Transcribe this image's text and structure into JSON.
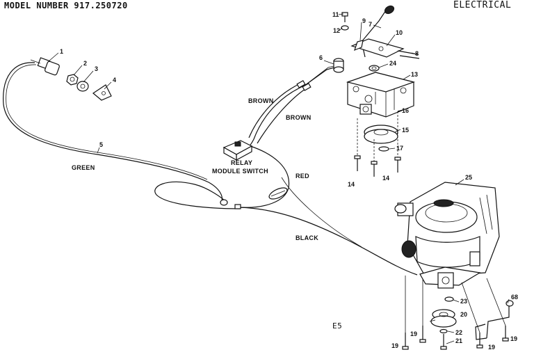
{
  "header": {
    "model_number": "MODEL NUMBER 917.250720",
    "section": "ELECTRICAL"
  },
  "footer_code": "E5",
  "wire_labels": {
    "brown_1": "BROWN",
    "brown_2": "BROWN",
    "green": "GREEN",
    "red": "RED",
    "black": "BLACK",
    "relay_1": "RELAY",
    "relay_2": "MODULE SWITCH"
  },
  "callouts": {
    "c1": "1",
    "c2": "2",
    "c3": "3",
    "c4": "4",
    "c5": "5",
    "c6": "6",
    "c7": "7",
    "c8": "8",
    "c9": "9",
    "c10": "10",
    "c11": "11",
    "c12": "12",
    "c13": "13",
    "c14a": "14",
    "c14b": "14",
    "c15": "15",
    "c16": "16",
    "c17": "17",
    "c19a": "19",
    "c19b": "19",
    "c19c": "19",
    "c19d": "19",
    "c20": "20",
    "c21": "21",
    "c22": "22",
    "c23": "23",
    "c24": "24",
    "c25": "25",
    "c68": "68"
  }
}
